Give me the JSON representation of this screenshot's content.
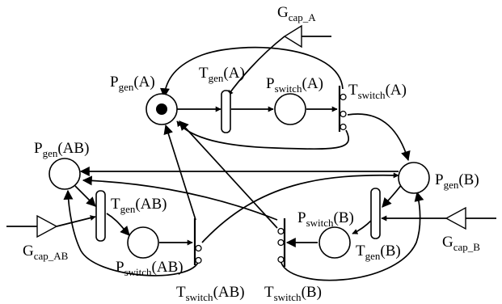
{
  "labels": {
    "p_gen_a": {
      "main": "P",
      "sub": "gen",
      "tail": "(A)"
    },
    "t_gen_a": {
      "main": "T",
      "sub": "gen",
      "tail": "(A)"
    },
    "p_switch_a": {
      "main": "P",
      "sub": "switch",
      "tail": "(A)"
    },
    "t_switch_a": {
      "main": "T",
      "sub": "switch",
      "tail": "(A)"
    },
    "g_cap_a": {
      "main": "G",
      "sub": "cap_A",
      "tail": ""
    },
    "p_gen_ab": {
      "main": "P",
      "sub": "gen",
      "tail": "(AB)"
    },
    "t_gen_ab": {
      "main": "T",
      "sub": "gen",
      "tail": "(AB)"
    },
    "p_switch_ab": {
      "main": "P",
      "sub": "switch",
      "tail": "(AB)"
    },
    "t_switch_ab": {
      "main": "T",
      "sub": "switch",
      "tail": "(AB)"
    },
    "g_cap_ab": {
      "main": "G",
      "sub": "cap_AB",
      "tail": ""
    },
    "p_gen_b": {
      "main": "P",
      "sub": "gen",
      "tail": "(B)"
    },
    "t_gen_b": {
      "main": "T",
      "sub": "gen",
      "tail": "(B)"
    },
    "p_switch_b": {
      "main": "P",
      "sub": "switch",
      "tail": "(B)"
    },
    "t_switch_b": {
      "main": "T",
      "sub": "switch",
      "tail": "(B)"
    },
    "g_cap_b": {
      "main": "G",
      "sub": "cap_B",
      "tail": ""
    }
  },
  "marking": {
    "p_gen_a_tokens": 1
  }
}
